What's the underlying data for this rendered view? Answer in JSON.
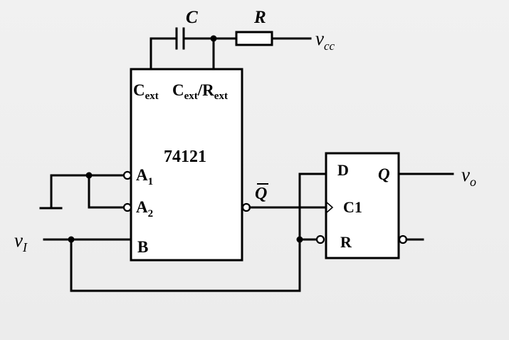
{
  "circuit": {
    "capacitor_label": "C",
    "resistor_label": "R",
    "supply": {
      "main": "v",
      "sub": "cc"
    },
    "chip": {
      "name": "74121",
      "cext": {
        "main": "C",
        "sub": "ext"
      },
      "cext_rext": {
        "main1": "C",
        "sub1": "ext",
        "slash": "/R",
        "sub2": "ext"
      },
      "pin_a1": {
        "main": "A",
        "sub": "1"
      },
      "pin_a2": {
        "main": "A",
        "sub": "2"
      },
      "pin_b": "B",
      "pin_qbar": "Q"
    },
    "flipflop": {
      "pin_d": "D",
      "pin_q": "Q",
      "pin_c1": "C1",
      "pin_r": "R"
    },
    "input": {
      "main": "v",
      "sub": "I"
    },
    "output": {
      "main": "v",
      "sub": "o"
    }
  }
}
